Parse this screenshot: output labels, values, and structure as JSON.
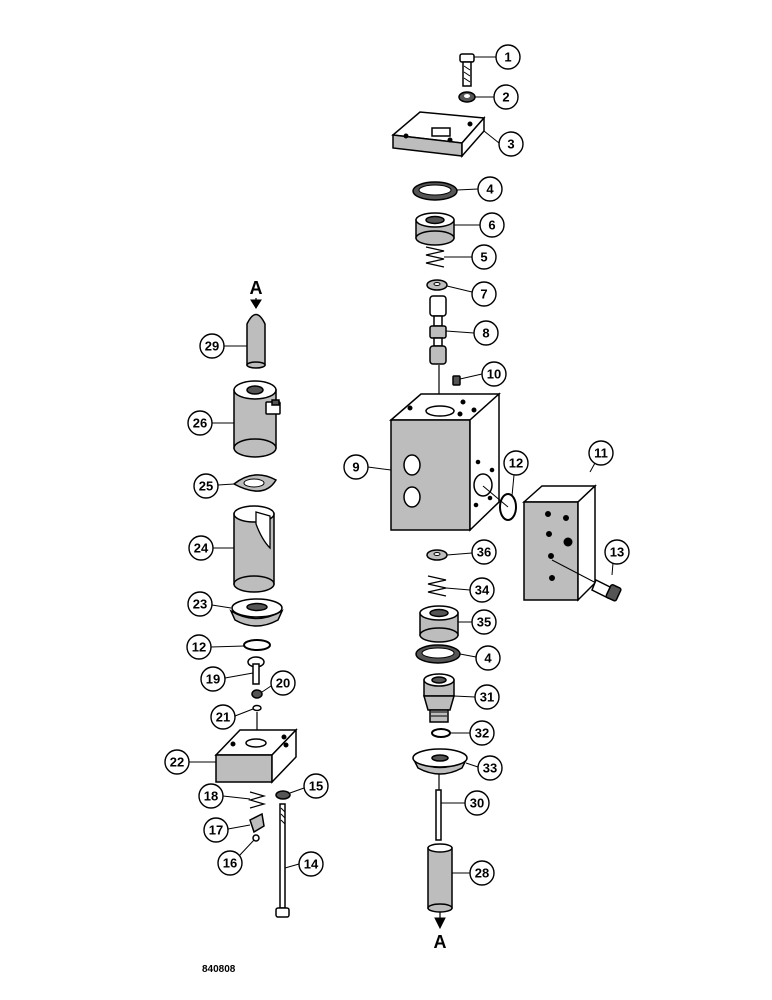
{
  "figure": {
    "drawing_number": "840808",
    "continuation_marker_top": "A",
    "continuation_marker_bottom": "A"
  },
  "callouts": {
    "c1": "1",
    "c2": "2",
    "c3": "3",
    "c4a": "4",
    "c6": "6",
    "c5": "5",
    "c7": "7",
    "c8": "8",
    "c10": "10",
    "c9": "9",
    "c12a": "12",
    "c11": "11",
    "c13": "13",
    "c36": "36",
    "c34": "34",
    "c35": "35",
    "c4b": "4",
    "c31": "31",
    "c32": "32",
    "c33": "33",
    "c30": "30",
    "c28": "28",
    "c29": "29",
    "c26": "26",
    "c25": "25",
    "c24": "24",
    "c23": "23",
    "c12b": "12",
    "c19": "19",
    "c20": "20",
    "c21": "21",
    "c22": "22",
    "c18": "18",
    "c15": "15",
    "c17": "17",
    "c16": "16",
    "c14": "14"
  }
}
